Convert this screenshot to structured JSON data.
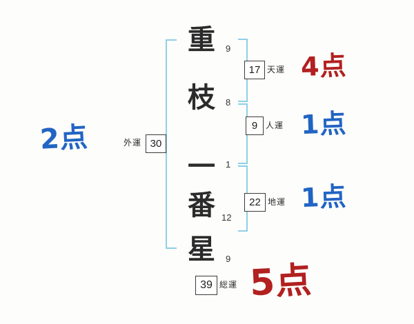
{
  "name_column": {
    "characters": [
      {
        "char": "重",
        "strokes": "9"
      },
      {
        "char": "枝",
        "strokes": "8"
      },
      {
        "char": "一",
        "strokes": "1"
      },
      {
        "char": "番",
        "strokes": "12"
      },
      {
        "char": "星",
        "strokes": "9"
      }
    ]
  },
  "fortunes": {
    "outer": {
      "label": "外運",
      "value": "30",
      "points": "2点"
    },
    "heaven": {
      "label": "天運",
      "value": "17",
      "points": "4点"
    },
    "person": {
      "label": "人運",
      "value": "9",
      "points": "1点"
    },
    "earth": {
      "label": "地運",
      "value": "22",
      "points": "1点"
    },
    "total": {
      "label": "総運",
      "value": "39",
      "points": "5点"
    }
  },
  "colors": {
    "bracket_blue": "#8ecfe8",
    "points_blue": "#2264c4",
    "points_red": "#b22020",
    "ink": "#2b2b2b",
    "box_border": "#3a3a3a"
  }
}
